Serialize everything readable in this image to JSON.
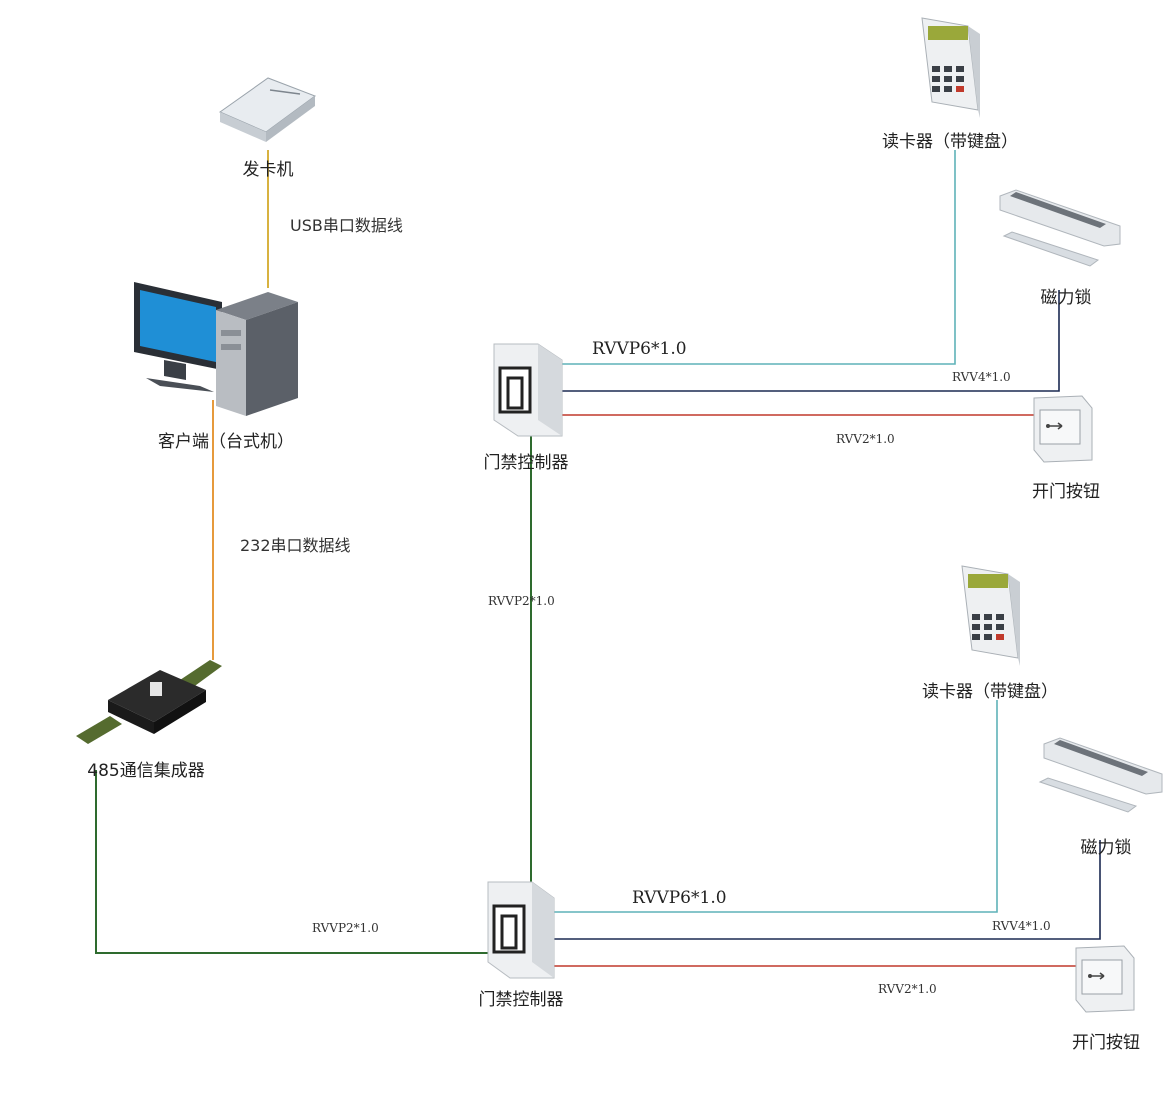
{
  "devices": {
    "card_issuer": {
      "label": "发卡机"
    },
    "client_pc": {
      "label": "客户端（台式机）"
    },
    "hub_485": {
      "label": "485通信集成器"
    },
    "controller_1": {
      "label": "门禁控制器"
    },
    "controller_2": {
      "label": "门禁控制器"
    },
    "reader_1": {
      "label": "读卡器（带键盘）"
    },
    "reader_2": {
      "label": "读卡器（带键盘）"
    },
    "maglock_1": {
      "label": "磁力锁"
    },
    "maglock_2": {
      "label": "磁力锁"
    },
    "exit_button_1": {
      "label": "开门按钮"
    },
    "exit_button_2": {
      "label": "开门按钮"
    }
  },
  "cables": {
    "usb": "USB串口数据线",
    "rs232": "232串口数据线",
    "bus_485": "RVVP2*1.0",
    "controller_link": "RVVP2*1.0",
    "reader_1": "RVVP6*1.0",
    "maglock_1": "RVV4*1.0",
    "button_1": "RVV2*1.0",
    "reader_2": "RVVP6*1.0",
    "maglock_2": "RVV4*1.0",
    "button_2": "RVV2*1.0"
  },
  "colors": {
    "usb_wire": "#d8b240",
    "rs232_wire": "#e69a3c",
    "bus_wire": "#2e6b2e",
    "reader_wire": "#5fb2b8",
    "maglock_wire": "#1c2a52",
    "button_wire": "#c0392b",
    "monitor_screen": "#1f8fd6"
  }
}
